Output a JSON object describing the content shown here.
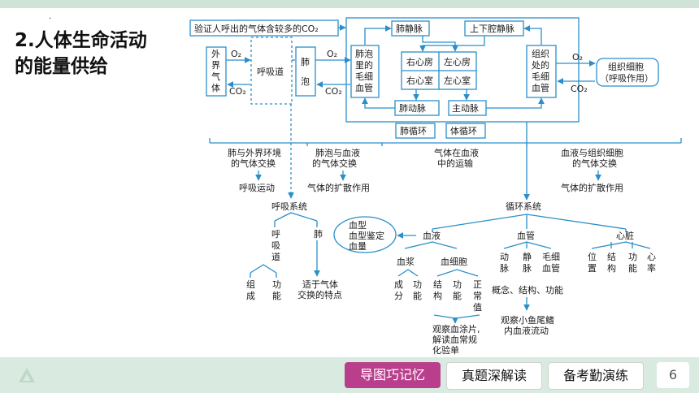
{
  "slide": {
    "title_line1": "2.人体生命活动",
    "title_line2": "的能量供给",
    "page_number": "6",
    "dot": "·"
  },
  "nav": {
    "btn1": "导图巧记忆",
    "btn2": "真题深解读",
    "btn3": "备考勤演练"
  },
  "diagram": {
    "verify": "验证人呼出的气体含较多的CO₂",
    "outer_air": [
      "外",
      "界",
      "气",
      "体"
    ],
    "o2": "O₂",
    "co2": "CO₂",
    "airway": "呼吸道",
    "lung": [
      "肺",
      "泡"
    ],
    "alveolar_cap": [
      "肺泡",
      "里的",
      "毛细",
      "血管"
    ],
    "pulm_vein": "肺静脉",
    "vena_cava": "上下腔静脉",
    "ra": "右心房",
    "la": "左心房",
    "rv": "右心室",
    "lv": "左心室",
    "pulm_artery": "肺动脉",
    "aorta": "主动脉",
    "tissue_cap": [
      "组织",
      "处的",
      "毛细",
      "血管"
    ],
    "tissue_cell": [
      "组织细胞",
      "（呼吸作用）"
    ],
    "pulm_circ": "肺循环",
    "sys_circ": "体循环",
    "col1": [
      "肺与外界环境",
      "的气体交换"
    ],
    "col2": [
      "肺泡与血液",
      "的气体交换"
    ],
    "col3": [
      "气体在血液",
      "中的运输"
    ],
    "col4": [
      "血液与组织细胞",
      "的气体交换"
    ],
    "col1_sub": "呼吸运动",
    "col2_sub": "气体的扩散作用",
    "col4_sub": "气体的扩散作用",
    "resp_system": "呼吸系统",
    "resp_airway": [
      "呼",
      "吸",
      "道"
    ],
    "resp_lung": "肺",
    "airway_comp": [
      "组",
      "成"
    ],
    "airway_func": [
      "功",
      "能"
    ],
    "lung_feature": [
      "适于气体",
      "交换的特点"
    ],
    "circ_system": "循环系统",
    "blood_type": [
      "血型",
      "血型鉴定",
      "血量"
    ],
    "blood": "血液",
    "vessels": "血管",
    "heart": "心脏",
    "plasma": "血浆",
    "blood_cells": "血细胞",
    "plasma_comp": [
      "成",
      "分"
    ],
    "plasma_func": [
      "功",
      "能"
    ],
    "cell_struct": [
      "结",
      "构"
    ],
    "cell_func": [
      "功",
      "能"
    ],
    "cell_normal": [
      "正",
      "常",
      "值"
    ],
    "artery": [
      "动",
      "脉"
    ],
    "vein": [
      "静",
      "脉"
    ],
    "capillary": [
      "毛细",
      "血管"
    ],
    "heart_pos": [
      "位",
      "置"
    ],
    "heart_struct": [
      "结",
      "构"
    ],
    "heart_func": [
      "功",
      "能"
    ],
    "heart_rate": [
      "心",
      "率"
    ],
    "vessel_concept": "概念、结构、功能",
    "observe_smear": [
      "观察血涂片,",
      "解读血常规",
      "化验单"
    ],
    "observe_fish": [
      "观察小鱼尾鳍",
      "内血液流动"
    ]
  }
}
